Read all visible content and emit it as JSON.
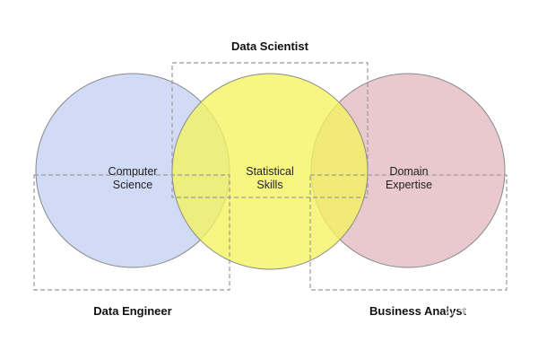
{
  "diagram": {
    "roles": {
      "data_scientist": "Data Scientist",
      "data_engineer": "Data Engineer",
      "business_analyst": "Business Analyst"
    },
    "circles": [
      {
        "line1": "Computer",
        "line2": "Science",
        "fill": "#c9d5f5"
      },
      {
        "line1": "Statistical",
        "line2": "Skills",
        "fill": "#f3f45e"
      },
      {
        "line1": "Domain",
        "line2": "Expertise",
        "fill": "#e5c0c4"
      }
    ],
    "circle_stroke": "#888888",
    "box_stroke": "#9a9a9a",
    "watermark": "知乎 @飞不动"
  }
}
